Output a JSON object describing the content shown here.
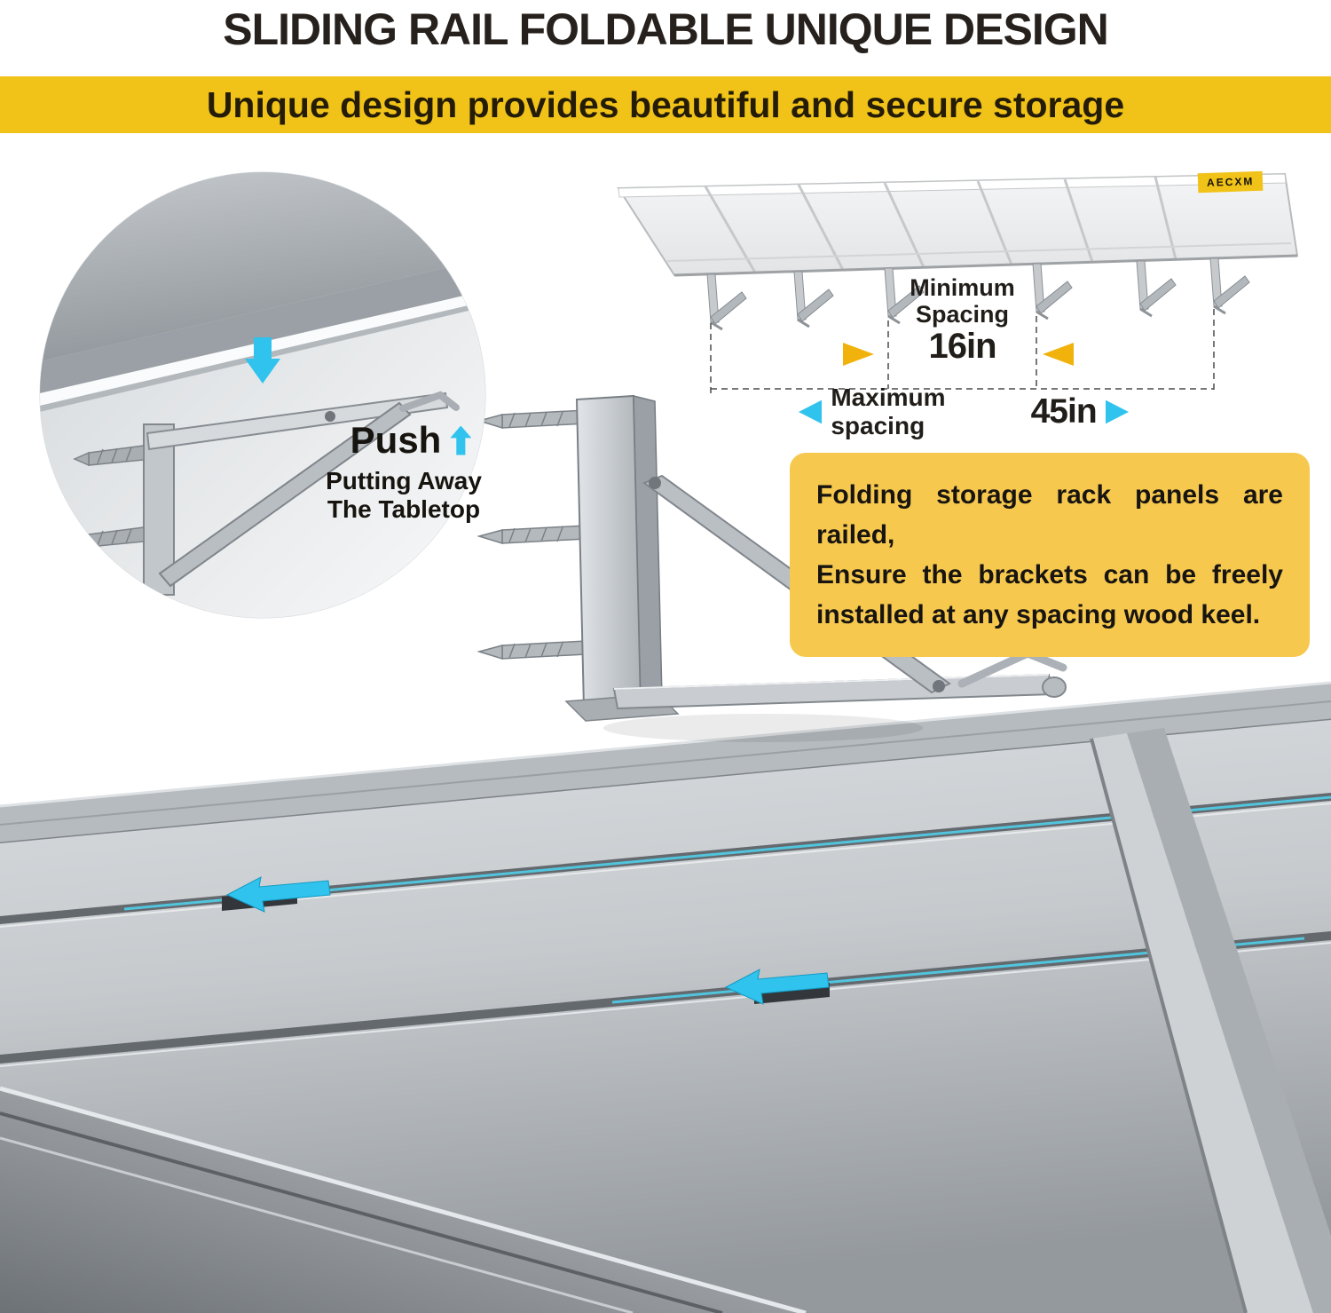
{
  "title": "SLIDING RAIL FOLDABLE UNIQUE DESIGN",
  "banner": {
    "text": "Unique design provides beautiful and secure storage"
  },
  "inset": {
    "push": "Push",
    "caption1": "Putting Away",
    "caption2": "The Tabletop"
  },
  "diagram": {
    "brand": "AECXM",
    "min1": "Minimum",
    "min2": "Spacing",
    "min_value": "16in",
    "max_label": "Maximum spacing",
    "max_value": "45in"
  },
  "callout": {
    "line1": "Folding storage rack panels are railed,",
    "line2": "Ensure the brackets can be freely",
    "line3": "installed at any spacing wood keel."
  },
  "colors": {
    "banner_yellow": "#F1C319",
    "callout_yellow": "#F6C84E",
    "accent_cyan": "#2FC3EE",
    "arrow_yellow": "#F0B20B",
    "ink": "#211D19"
  },
  "icons": {
    "push_up_arrow": "up-arrow-icon",
    "tabletop_down_arrow": "down-arrow-icon",
    "min_spacing_arrows": "inward-yellow-arrows",
    "max_spacing_arrows": "cyan-left-right-arrows",
    "rail_slide_arrows": "cyan-left-slide-arrows"
  }
}
